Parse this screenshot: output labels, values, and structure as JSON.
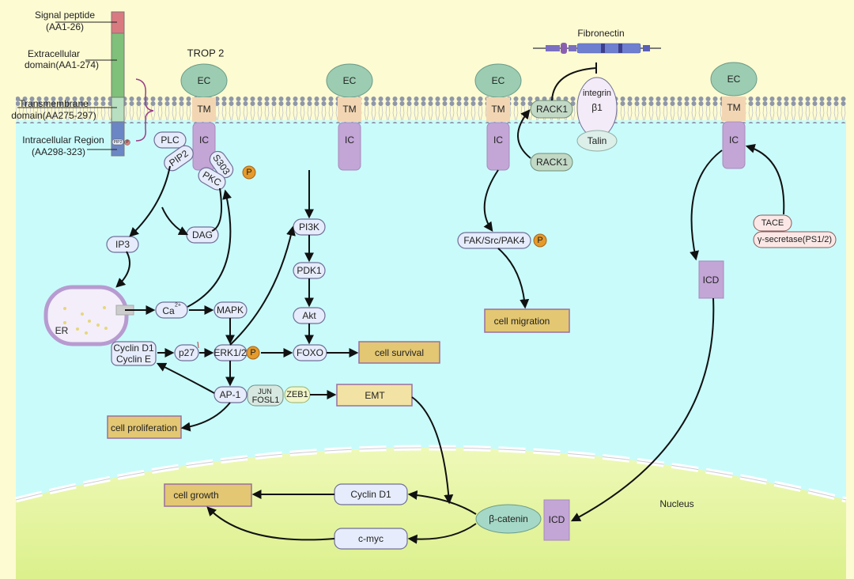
{
  "domain_labels": {
    "signal_peptide": [
      "Signal peptide",
      "(AA1-26)"
    ],
    "extracellular": [
      "Extracellular",
      "domain(AA1-274)"
    ],
    "transmembrane": [
      "Transmembrane",
      "domain(AA275-297)"
    ],
    "intracellular": [
      "Intracellular Region",
      "(AA298-323)"
    ],
    "bar_pip2": "PIP2",
    "bar_p": "P"
  },
  "proteins": {
    "trop2_title": "TROP 2",
    "ec": "EC",
    "tm": "TM",
    "ic": "IC"
  },
  "nodes": {
    "plc": "PLC",
    "pip2": "PIP2",
    "s303": "S303",
    "pkc": "PKC",
    "p": "P",
    "ip3": "IP3",
    "dag": "DAG",
    "er": "ER",
    "ca": "Ca",
    "ca_sup": "2+",
    "mapk": "MAPK",
    "erk": "ERK1/2",
    "p27": "p27",
    "cyclin_d1": "Cyclin D1",
    "cyclin_e": "Cyclin E",
    "pi3k": "PI3K",
    "pdk1": "PDK1",
    "akt": "Akt",
    "foxo": "FOXO",
    "ap1": "AP-1",
    "jun": "JUN",
    "fosl1": "FOSL1",
    "zeb1": "ZEB1",
    "fibronectin": "Fibronectin",
    "rack1": "RACK1",
    "integrin": "integrin",
    "beta1": "β1",
    "talin": "Talin",
    "fak": "FAK/Src/PAK4",
    "tace": "TACE",
    "gamma_secretase": "γ-secretase(PS1/2)",
    "icd": "ICD",
    "beta_catenin": "β-catenin",
    "cyclin_d1_nuc": "Cyclin D1",
    "cmyc": "c-myc",
    "nucleus": "Nucleus"
  },
  "outcomes": {
    "cell_survival": "cell survival",
    "emt": "EMT",
    "cell_proliferation": "cell proliferation",
    "cell_migration": "cell migration",
    "cell_growth": "cell growth"
  },
  "colors": {
    "extracellular_bg": "#fdfbd2",
    "cytoplasm_bg": "#c9fbfb",
    "nucleus_bg": "#e4f5a0",
    "outcome_box": "#e3c772",
    "phospho": "#e69a2a"
  }
}
